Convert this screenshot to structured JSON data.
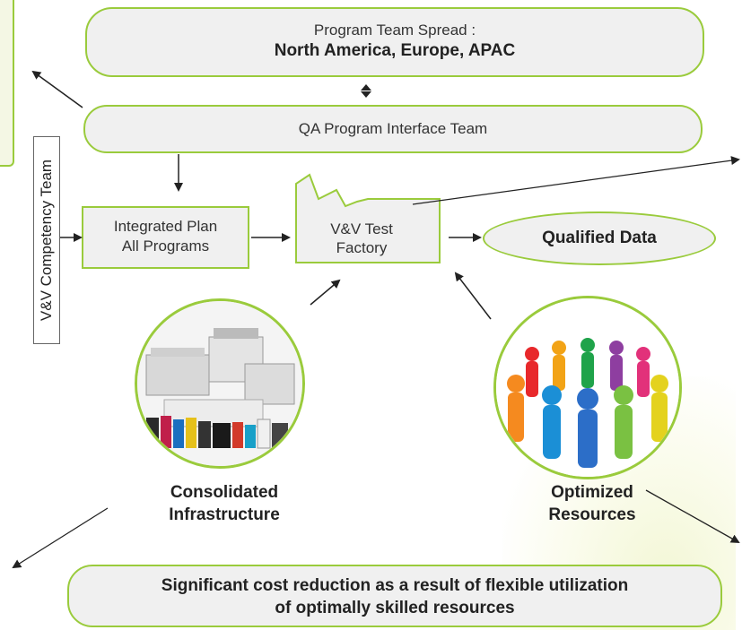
{
  "header": {
    "spread_label": "Program Team Spread :",
    "regions": "North America, Europe, APAC"
  },
  "qa_team": "QA Program Interface Team",
  "vv_competency_team": "V&V Competency Team",
  "integrated_plan": {
    "line1": "Integrated Plan",
    "line2": "All Programs"
  },
  "test_factory": {
    "line1": "V&V Test",
    "line2": "Factory"
  },
  "qualified_data": "Qualified Data",
  "infrastructure": {
    "line1": "Consolidated",
    "line2": "Infrastructure",
    "icon": "printers-illustration"
  },
  "resources": {
    "line1": "Optimized",
    "line2": "Resources",
    "icon": "people-circle-illustration"
  },
  "conclusion": {
    "line1": "Significant cost reduction as a result of flexible utilization",
    "line2": "of optimally skilled resources"
  },
  "colors": {
    "accent": "#9acb3c",
    "box_fill": "#f0f0f0",
    "arrow": "#222222"
  }
}
